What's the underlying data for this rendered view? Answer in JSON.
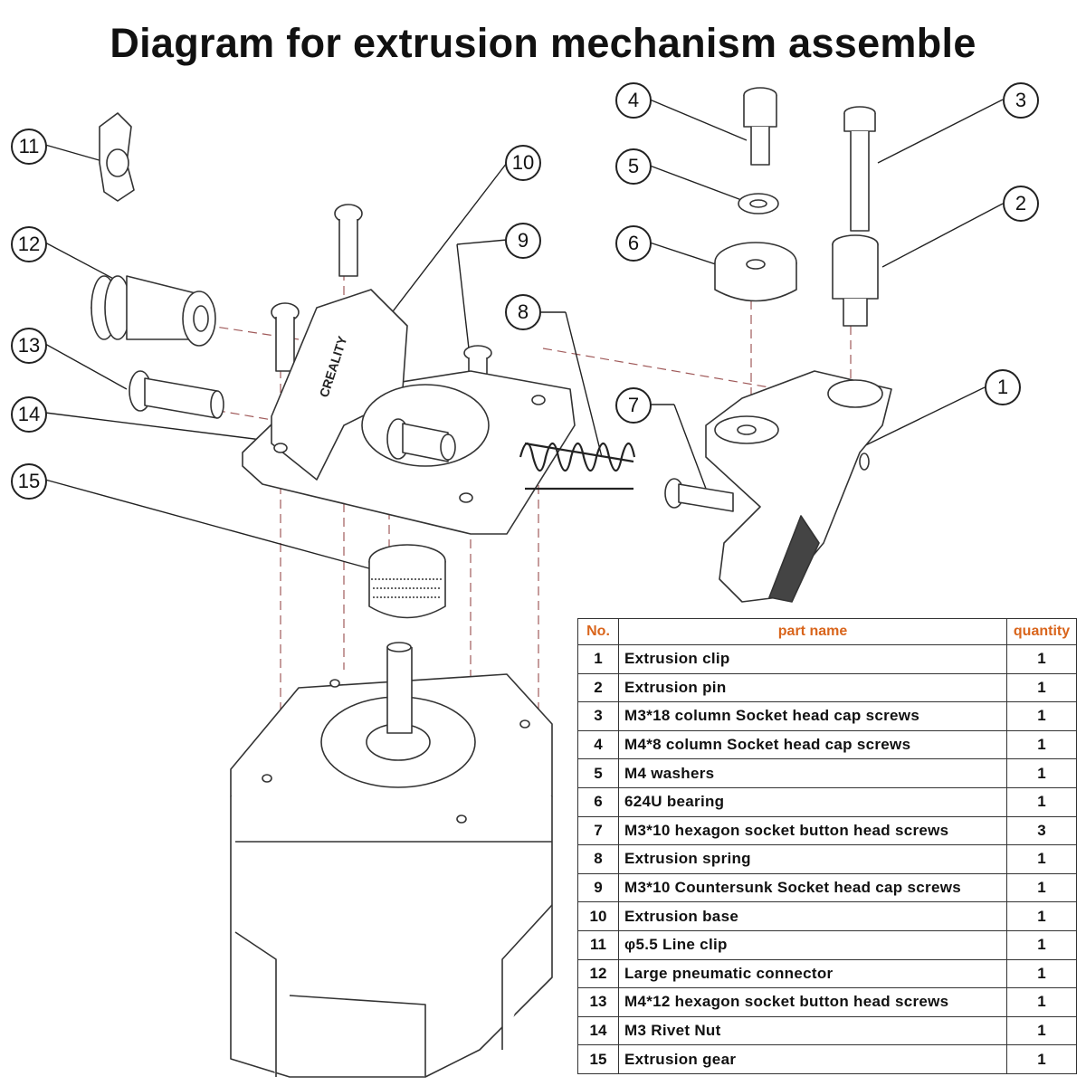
{
  "title": "Diagram for extrusion mechanism assemble",
  "base_stamp": "CREALITY",
  "callouts": [
    "1",
    "2",
    "3",
    "4",
    "5",
    "6",
    "7",
    "8",
    "9",
    "10",
    "11",
    "12",
    "13",
    "14",
    "15"
  ],
  "table": {
    "headers": {
      "no": "No.",
      "name": "part name",
      "qty": "quantity"
    },
    "header_color": "#d9651c",
    "rows": [
      {
        "no": "1",
        "name": "Extrusion clip",
        "qty": "1"
      },
      {
        "no": "2",
        "name": "Extrusion pin",
        "qty": "1"
      },
      {
        "no": "3",
        "name": "M3*18 column Socket head cap screws",
        "qty": "1"
      },
      {
        "no": "4",
        "name": "M4*8 column Socket head cap screws",
        "qty": "1"
      },
      {
        "no": "5",
        "name": "M4 washers",
        "qty": "1"
      },
      {
        "no": "6",
        "name": "624U bearing",
        "qty": "1"
      },
      {
        "no": "7",
        "name": "M3*10 hexagon socket button head screws",
        "qty": "3"
      },
      {
        "no": "8",
        "name": "Extrusion spring",
        "qty": "1"
      },
      {
        "no": "9",
        "name": "M3*10 Countersunk Socket head cap screws",
        "qty": "1"
      },
      {
        "no": "10",
        "name": "Extrusion base",
        "qty": "1"
      },
      {
        "no": "11",
        "name": "φ5.5 Line clip",
        "qty": "1"
      },
      {
        "no": "12",
        "name": "Large pneumatic connector",
        "qty": "1"
      },
      {
        "no": "13",
        "name": "M4*12 hexagon socket button head screws",
        "qty": "1"
      },
      {
        "no": "14",
        "name": "M3 Rivet Nut",
        "qty": "1"
      },
      {
        "no": "15",
        "name": "Extrusion gear",
        "qty": "1"
      }
    ]
  }
}
